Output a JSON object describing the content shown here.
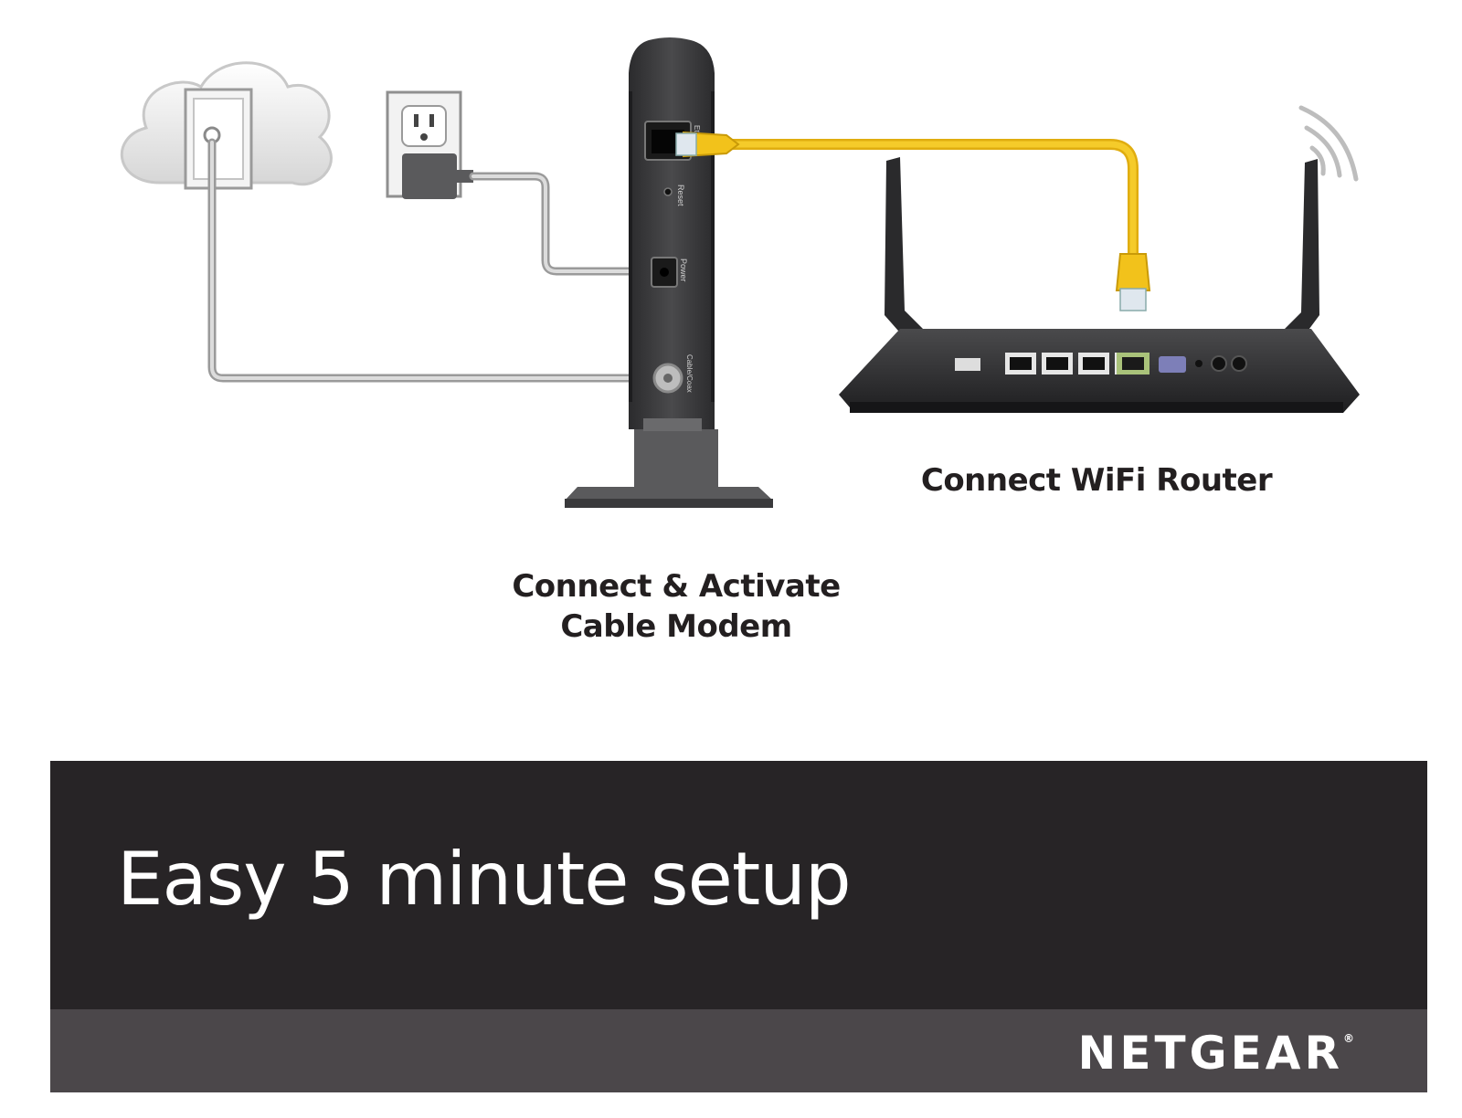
{
  "steps": {
    "router_label": "Connect WiFi Router",
    "modem_label_line1": "Connect & Activate",
    "modem_label_line2": "Cable Modem"
  },
  "modem_ports": {
    "ethernet": "Ethernet",
    "reset": "Reset",
    "power": "Power",
    "coax": "Cable/Coax"
  },
  "banner": {
    "headline": "Easy 5 minute setup",
    "brand": "NETGEAR",
    "brand_mark": "®"
  },
  "colors": {
    "ethernet_cable": "#f2c21b",
    "banner_dark": "#272426",
    "banner_mid": "#4b474a",
    "device_body": "#3a3a3c",
    "cable_gray": "#bfbfbf"
  }
}
